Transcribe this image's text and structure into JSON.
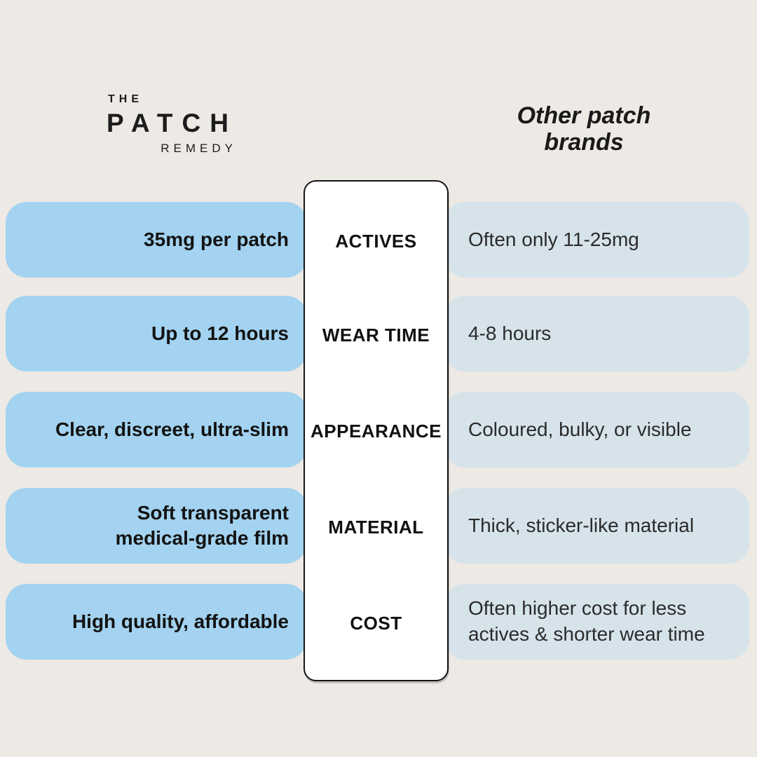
{
  "brand": {
    "name_top": "THE",
    "name_main": "PATCH",
    "name_bottom": "REMEDY"
  },
  "competitor_header": "Other patch\nbrands",
  "rows": [
    {
      "category": "ACTIVES",
      "ours": "35mg per patch",
      "theirs": "Often only 11-25mg"
    },
    {
      "category": "WEAR TIME",
      "ours": "Up to 12 hours",
      "theirs": "4-8 hours"
    },
    {
      "category": "APPEARANCE",
      "ours": "Clear, discreet, ultra-slim",
      "theirs": "Coloured, bulky, or visible"
    },
    {
      "category": "MATERIAL",
      "ours": "Soft transparent\nmedical-grade film",
      "theirs": "Thick, sticker-like material"
    },
    {
      "category": "COST",
      "ours": "High quality, affordable",
      "theirs": "Often higher cost for less\nactives & shorter wear time"
    }
  ],
  "colors": {
    "background": "#EDE9E5",
    "ours_row_bg": "#A3D3F0",
    "theirs_row_bg": "#D6E3EB",
    "panel_bg": "#FFFFFF",
    "panel_border": "#141414",
    "text": "#141414"
  }
}
